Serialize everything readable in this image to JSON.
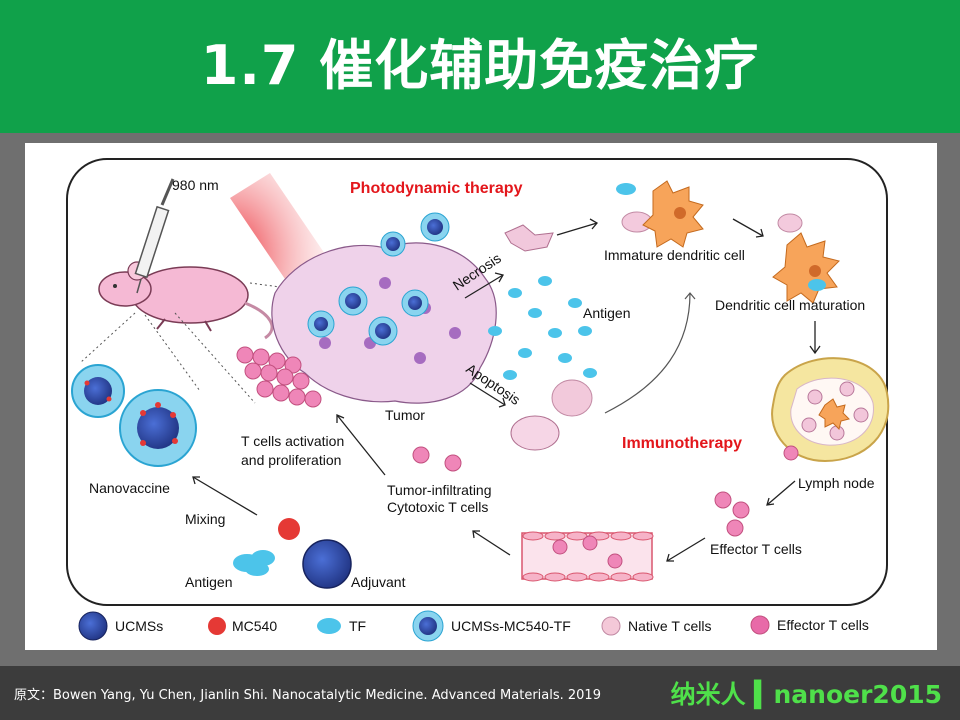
{
  "title": "1.7 催化辅助免疫治疗",
  "diagram": {
    "laser_label": "980 nm",
    "pdt_label": "Photodynamic therapy",
    "necrosis": "Necrosis",
    "apoptosis": "Apoptosis",
    "antigen": "Antigen",
    "tumor": "Tumor",
    "immature_dc": "Immature dendritic cell",
    "dc_maturation": "Dendritic cell maturation",
    "immunotherapy": "Immunotherapy",
    "lymph_node": "Lymph node",
    "effector_t": "Effector T cells",
    "til_line1": "Tumor-infiltrating",
    "til_line2": "Cytotoxic T cells",
    "tact_line1": "T cells activation",
    "tact_line2": "and proliferation",
    "nanovaccine": "Nanovaccine",
    "mixing": "Mixing",
    "antigen_bottom": "Antigen",
    "adjuvant": "Adjuvant"
  },
  "legend": [
    {
      "label": "UCMSs",
      "color": "#2a48a8"
    },
    {
      "label": "MC540",
      "color": "#e53935"
    },
    {
      "label": "TF",
      "color": "#4cc4ea"
    },
    {
      "label": "UCMSs-MC540-TF",
      "color": "#2a48a8"
    },
    {
      "label": "Native T cells",
      "color": "#f4c8d8"
    },
    {
      "label": "Effector T cells",
      "color": "#e86aa8"
    }
  ],
  "footer": {
    "reference": "原文：Bowen Yang, Yu Chen, Jianlin Shi. Nanocatalytic Medicine. Advanced Materials. 2019",
    "brand": "纳米人 ▍nanoer2015"
  }
}
